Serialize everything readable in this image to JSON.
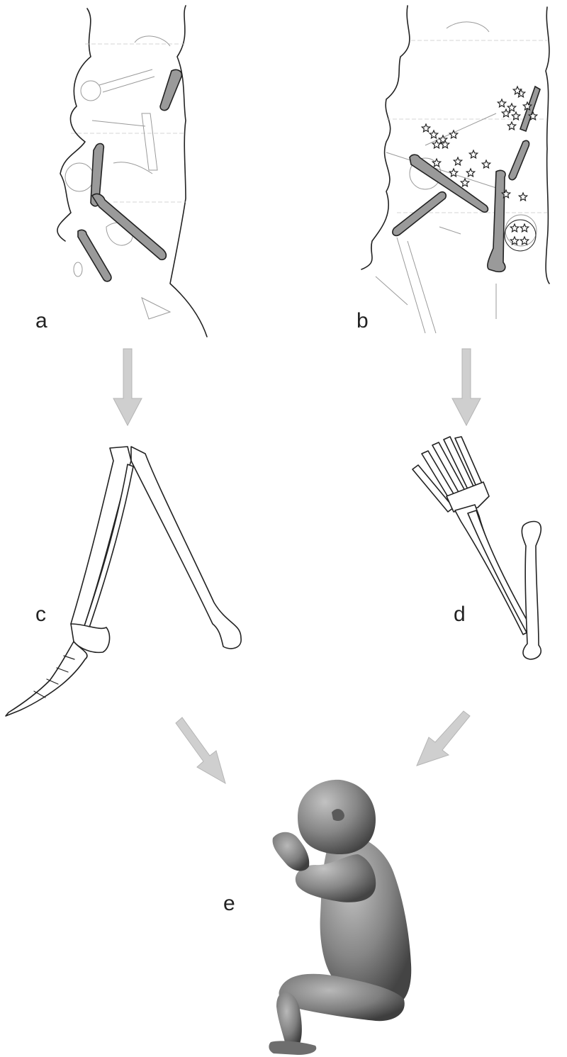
{
  "panels": [
    {
      "id": "a",
      "label": "a"
    },
    {
      "id": "b",
      "label": "b"
    },
    {
      "id": "c",
      "label": "c"
    },
    {
      "id": "d",
      "label": "d"
    },
    {
      "id": "e",
      "label": "e"
    }
  ],
  "colors": {
    "highlight_bone": "#9a9a9a",
    "arrow": "#cfcfcf",
    "outline": "#222222",
    "body_shade": "#8a8a8a"
  }
}
